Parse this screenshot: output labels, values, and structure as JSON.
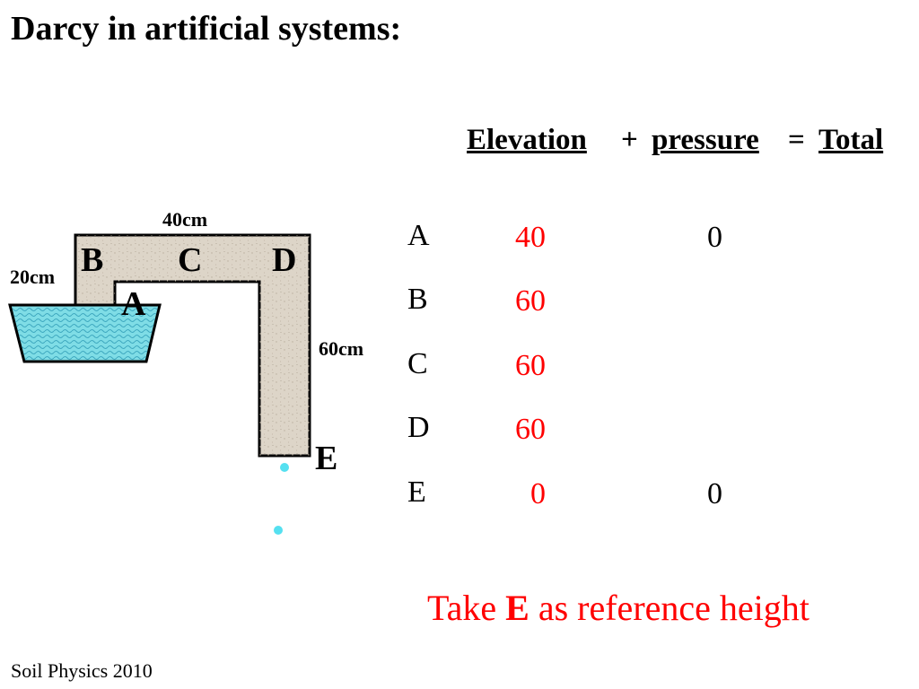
{
  "title": "Darcy in artificial systems:",
  "header": {
    "elevation": "Elevation",
    "plus": "+",
    "pressure": "pressure",
    "equals": "=",
    "total": "Total"
  },
  "rows": [
    {
      "label": "A",
      "elevation": "40",
      "pressure": "0"
    },
    {
      "label": "B",
      "elevation": "60",
      "pressure": ""
    },
    {
      "label": "C",
      "elevation": "60",
      "pressure": ""
    },
    {
      "label": "D",
      "elevation": "60",
      "pressure": ""
    },
    {
      "label": "E",
      "elevation": "0",
      "pressure": "0"
    }
  ],
  "diagram": {
    "dim_top": "40cm",
    "dim_left": "20cm",
    "dim_right": "60cm",
    "point_a": "A",
    "point_b": "B",
    "point_c": "C",
    "point_d": "D",
    "point_e": "E"
  },
  "note": {
    "before": "Take",
    "bold": "E",
    "after": "as reference height"
  },
  "footer": "Soil Physics 2010",
  "colors": {
    "accent": "#ff0000",
    "water": "#7fdde6",
    "soil": "#ddd5c8",
    "drop": "#55e0f0"
  }
}
